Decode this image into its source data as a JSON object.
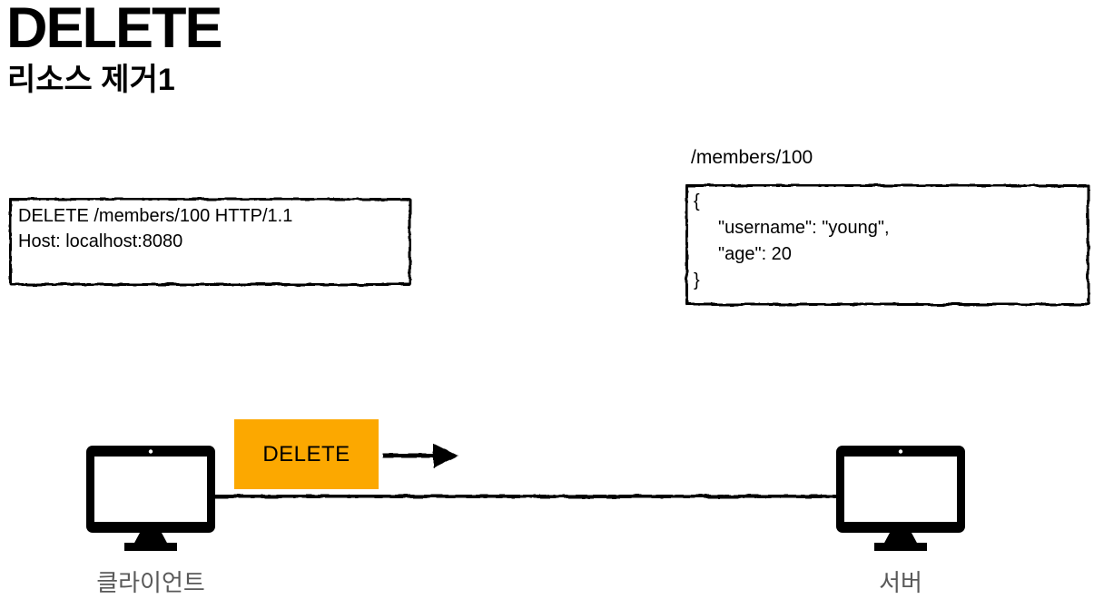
{
  "slide": {
    "title": "DELETE",
    "subtitle": "리소스 제거1"
  },
  "request": {
    "line1": "DELETE /members/100 HTTP/1.1",
    "line2": "Host: localhost:8080"
  },
  "resource": {
    "uri": "/members/100",
    "body": [
      "{",
      "\"username\": \"young\",",
      "\"age\": 20",
      "}"
    ]
  },
  "flow": {
    "method": "DELETE",
    "client_label": "클라이언트",
    "server_label": "서버"
  },
  "colors": {
    "method_bg": "#FCA800",
    "node_label": "#595959",
    "ink": "#000000"
  }
}
